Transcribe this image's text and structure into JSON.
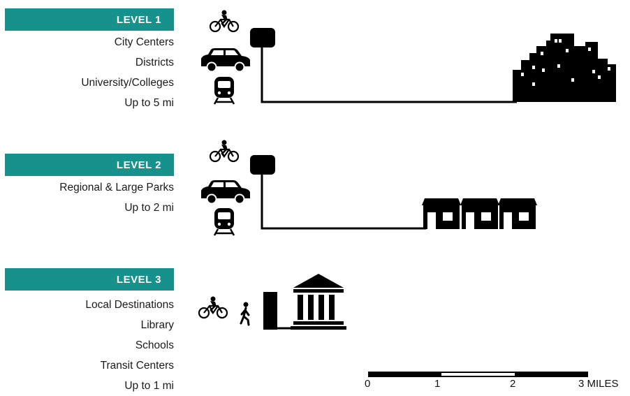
{
  "levels": [
    {
      "title": "LEVEL 1",
      "destinations": [
        "City Centers",
        "Districts",
        "University/Colleges",
        "Up to 5 mi"
      ]
    },
    {
      "title": "LEVEL 2",
      "destinations": [
        "Regional & Large Parks",
        "Up to 2 mi"
      ]
    },
    {
      "title": "LEVEL 3",
      "destinations": [
        "Local Destinations",
        "Library",
        "Schools",
        "Transit Centers",
        "Up to 1 mi"
      ]
    }
  ],
  "scale_bar": {
    "labels": [
      "0",
      "1",
      "2",
      "3 MILES"
    ]
  },
  "colors": {
    "badge": "#17918c",
    "ink": "#000000"
  },
  "icons": {
    "level1": [
      "bicycle-icon",
      "car-icon",
      "train-icon",
      "sign-post-icon",
      "city-skyline-icon"
    ],
    "level2": [
      "bicycle-icon",
      "car-icon",
      "train-icon",
      "sign-post-icon",
      "houses-icon"
    ],
    "level3": [
      "bicycle-icon",
      "pedestrian-icon",
      "sign-post-icon",
      "library-building-icon"
    ]
  }
}
